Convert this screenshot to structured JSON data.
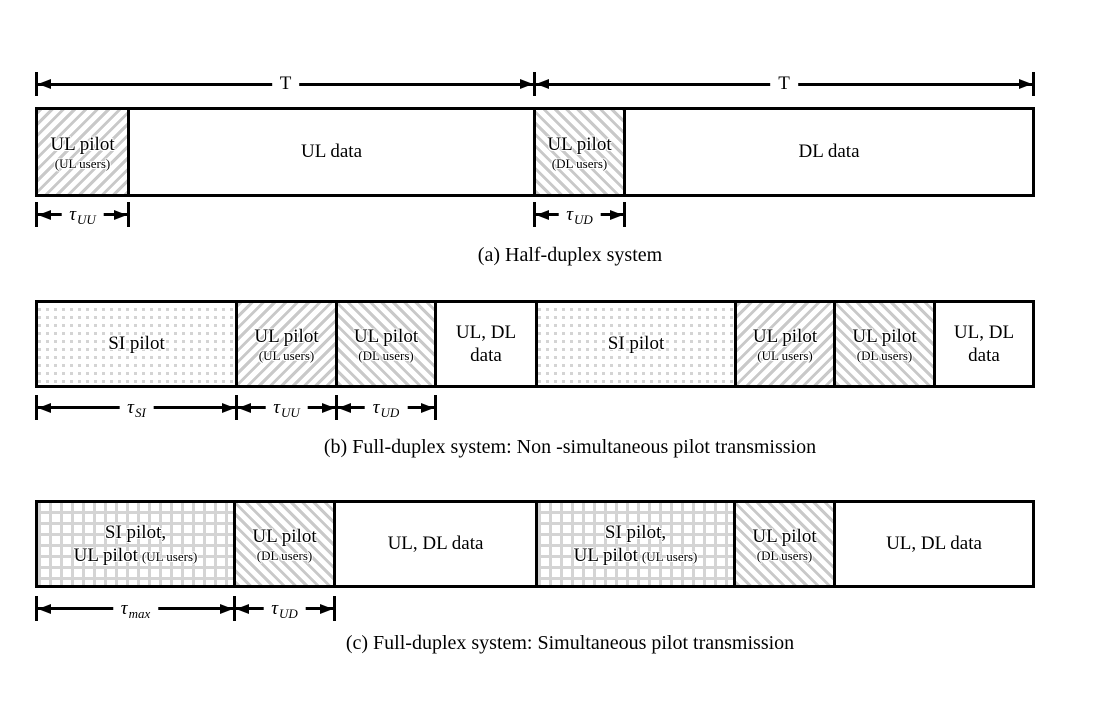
{
  "colors": {
    "line": "#000000",
    "hatch_gray": "#c9c9c9",
    "pattern_gray": "#d4d4d4",
    "background": "#ffffff"
  },
  "dims": {
    "T": "T",
    "tau": "τ",
    "sub_UU": "UU",
    "sub_UD": "UD",
    "sub_SI": "SI",
    "sub_max": "max"
  },
  "rows": {
    "a": {
      "caption": "(a) Half-duplex system",
      "boxes": [
        {
          "label": "UL pilot",
          "sub": "(UL users)",
          "pattern": "diag-up"
        },
        {
          "label": "UL data",
          "pattern": "none"
        },
        {
          "label": "UL pilot",
          "sub": "(DL users)",
          "pattern": "diag-down"
        },
        {
          "label": "DL data",
          "pattern": "none"
        }
      ]
    },
    "b": {
      "caption": "(b) Full-duplex system: Non -simultaneous pilot transmission",
      "boxes": [
        {
          "label": "SI pilot",
          "pattern": "dots"
        },
        {
          "label": "UL pilot",
          "sub": "(UL users)",
          "pattern": "diag-up"
        },
        {
          "label": "UL pilot",
          "sub": "(DL users)",
          "pattern": "diag-down"
        },
        {
          "line1": "UL, DL",
          "line2": "data",
          "pattern": "none"
        },
        {
          "label": "SI pilot",
          "pattern": "dots"
        },
        {
          "label": "UL pilot",
          "sub": "(UL users)",
          "pattern": "diag-up"
        },
        {
          "label": "UL pilot",
          "sub": "(DL users)",
          "pattern": "diag-down"
        },
        {
          "line1": "UL, DL",
          "line2": "data",
          "pattern": "none"
        }
      ]
    },
    "c": {
      "caption": "(c) Full-duplex system: Simultaneous pilot transmission",
      "boxes": [
        {
          "line1": "SI pilot,",
          "line2": "UL pilot",
          "sub": "(UL users)",
          "pattern": "grid"
        },
        {
          "label": "UL pilot",
          "sub": "(DL users)",
          "pattern": "diag-down"
        },
        {
          "label": "UL, DL data",
          "pattern": "none"
        },
        {
          "line1": "SI pilot,",
          "line2": "UL pilot",
          "sub": "(UL users)",
          "pattern": "grid"
        },
        {
          "label": "UL pilot",
          "sub": "(DL users)",
          "pattern": "diag-down"
        },
        {
          "label": "UL, DL data",
          "pattern": "none"
        }
      ]
    }
  }
}
